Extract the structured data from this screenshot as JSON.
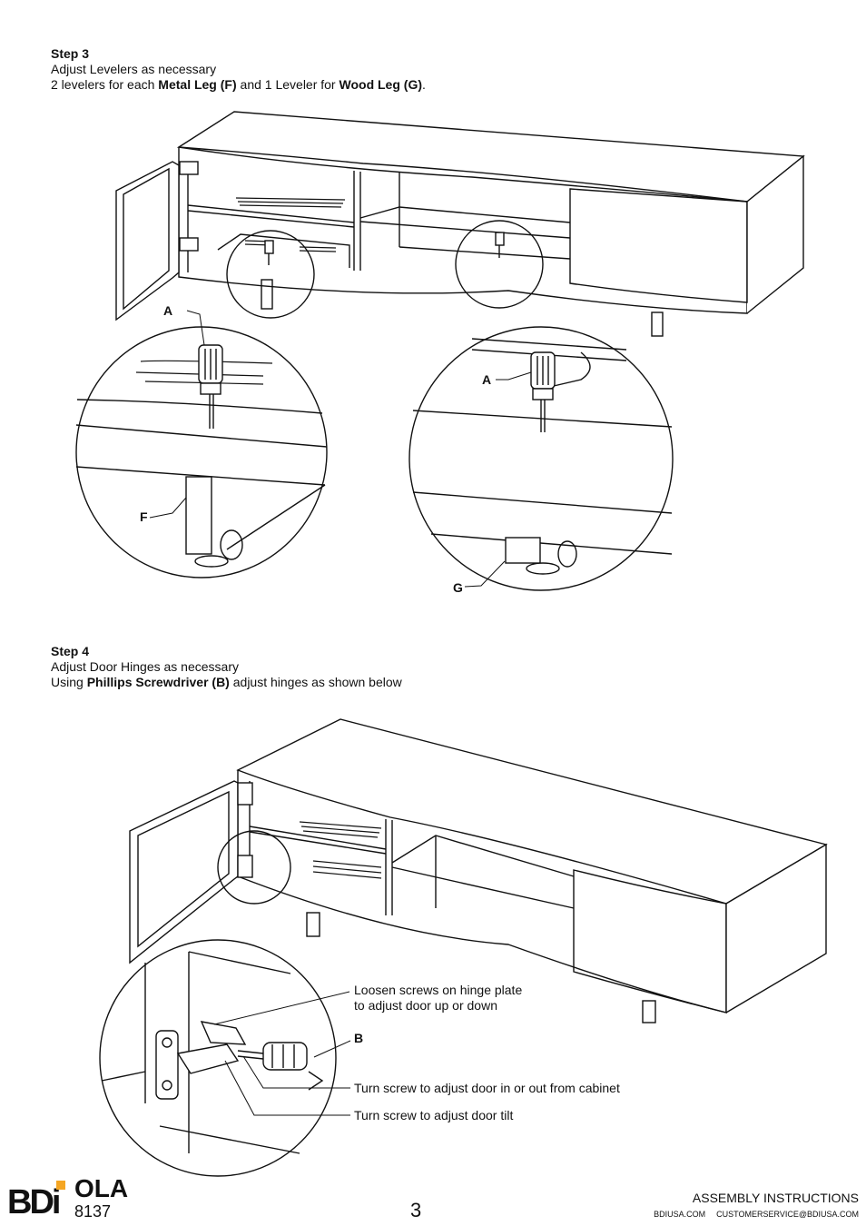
{
  "step3": {
    "title": "Step 3",
    "line1": "Adjust Levelers as necessary",
    "line2_pre": "2 levelers for each ",
    "line2_bold1": "Metal Leg (F)",
    "line2_mid": " and 1 Leveler for ",
    "line2_bold2": "Wood Leg (G)",
    "line2_post": ".",
    "label_a": "A",
    "label_f": "F",
    "label_g": "G"
  },
  "step4": {
    "title": "Step 4",
    "line1": "Adjust Door Hinges as necessary",
    "line2_pre": "Using ",
    "line2_bold": "Phillips Screwdriver (B)",
    "line2_post": " adjust hinges as shown below",
    "callout1_line1": "Loosen screws on hinge plate",
    "callout1_line2": "to adjust door up or down",
    "label_b": "B",
    "callout2": "Turn screw to adjust door in or out from cabinet",
    "callout3": "Turn screw to adjust door tilt"
  },
  "footer": {
    "logo_text": "BDi",
    "model_name": "OLA",
    "model_number": "8137",
    "page_number": "3",
    "doc_type": "ASSEMBLY INSTRUCTIONS",
    "website": "BDIUSA.COM",
    "email": "CUSTOMERSERVICE@BDIUSA.COM"
  }
}
